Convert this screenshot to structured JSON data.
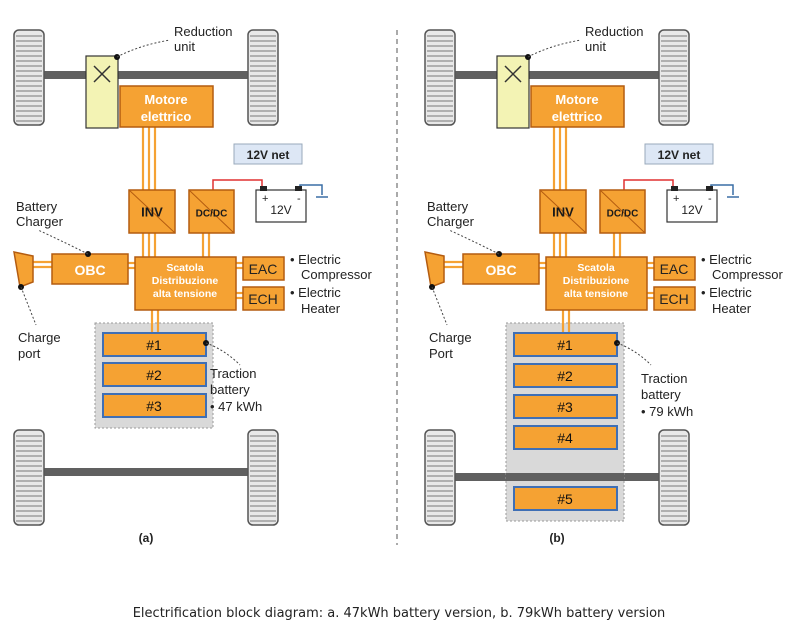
{
  "caption": "Electrification block diagram: a. 47kWh battery version, b. 79kWh battery version",
  "colors": {
    "orange": "#F5A233",
    "orange_dark": "#B45C10",
    "reduction_fill": "#F3F3B4",
    "battery_bg": "#D9D9D9",
    "battery_border": "#3F6FB5",
    "net_label_bg": "#DDE7F5",
    "wheel_fill": "#E8E8E8",
    "axle": "#606060",
    "wire_red": "#E03030"
  },
  "panels": [
    {
      "id": "a",
      "panel_label": "(a)",
      "reduction_label": [
        "Reduction",
        "unit"
      ],
      "motor_label": [
        "Motore",
        "elettrico"
      ],
      "inv_label": "INV",
      "dcdc_label": "DC/DC",
      "net_label": "12V net",
      "battery12_label": "12V",
      "battery12_plus": "+",
      "battery12_minus": "-",
      "charger_label": [
        "Battery",
        "Charger"
      ],
      "obc_label": "OBC",
      "scatola_label": [
        "Scatola",
        "Distribuzione",
        "alta tensione"
      ],
      "eac_label": "EAC",
      "ech_label": "ECH",
      "eac_desc": [
        "• Electric",
        "Compressor"
      ],
      "ech_desc": [
        "• Electric",
        "Heater"
      ],
      "port_label": [
        "Charge",
        "port"
      ],
      "modules": [
        "#1",
        "#2",
        "#3"
      ],
      "traction_label": [
        "Traction",
        "battery"
      ],
      "capacity": "•   47 kWh"
    },
    {
      "id": "b",
      "panel_label": "(b)",
      "reduction_label": [
        "Reduction",
        "unit"
      ],
      "motor_label": [
        "Motore",
        "elettrico"
      ],
      "inv_label": "INV",
      "dcdc_label": "DC/DC",
      "net_label": "12V net",
      "battery12_label": "12V",
      "battery12_plus": "+",
      "battery12_minus": "-",
      "charger_label": [
        "Battery",
        "Charger"
      ],
      "obc_label": "OBC",
      "scatola_label": [
        "Scatola",
        "Distribuzione",
        "alta tensione"
      ],
      "eac_label": "EAC",
      "ech_label": "ECH",
      "eac_desc": [
        "• Electric",
        "Compressor"
      ],
      "ech_desc": [
        "• Electric",
        "Heater"
      ],
      "port_label": [
        "Charge",
        "Port"
      ],
      "modules": [
        "#1",
        "#2",
        "#3",
        "#4",
        "#5"
      ],
      "traction_label": [
        "Traction",
        "battery"
      ],
      "capacity": "•   79 kWh"
    }
  ]
}
